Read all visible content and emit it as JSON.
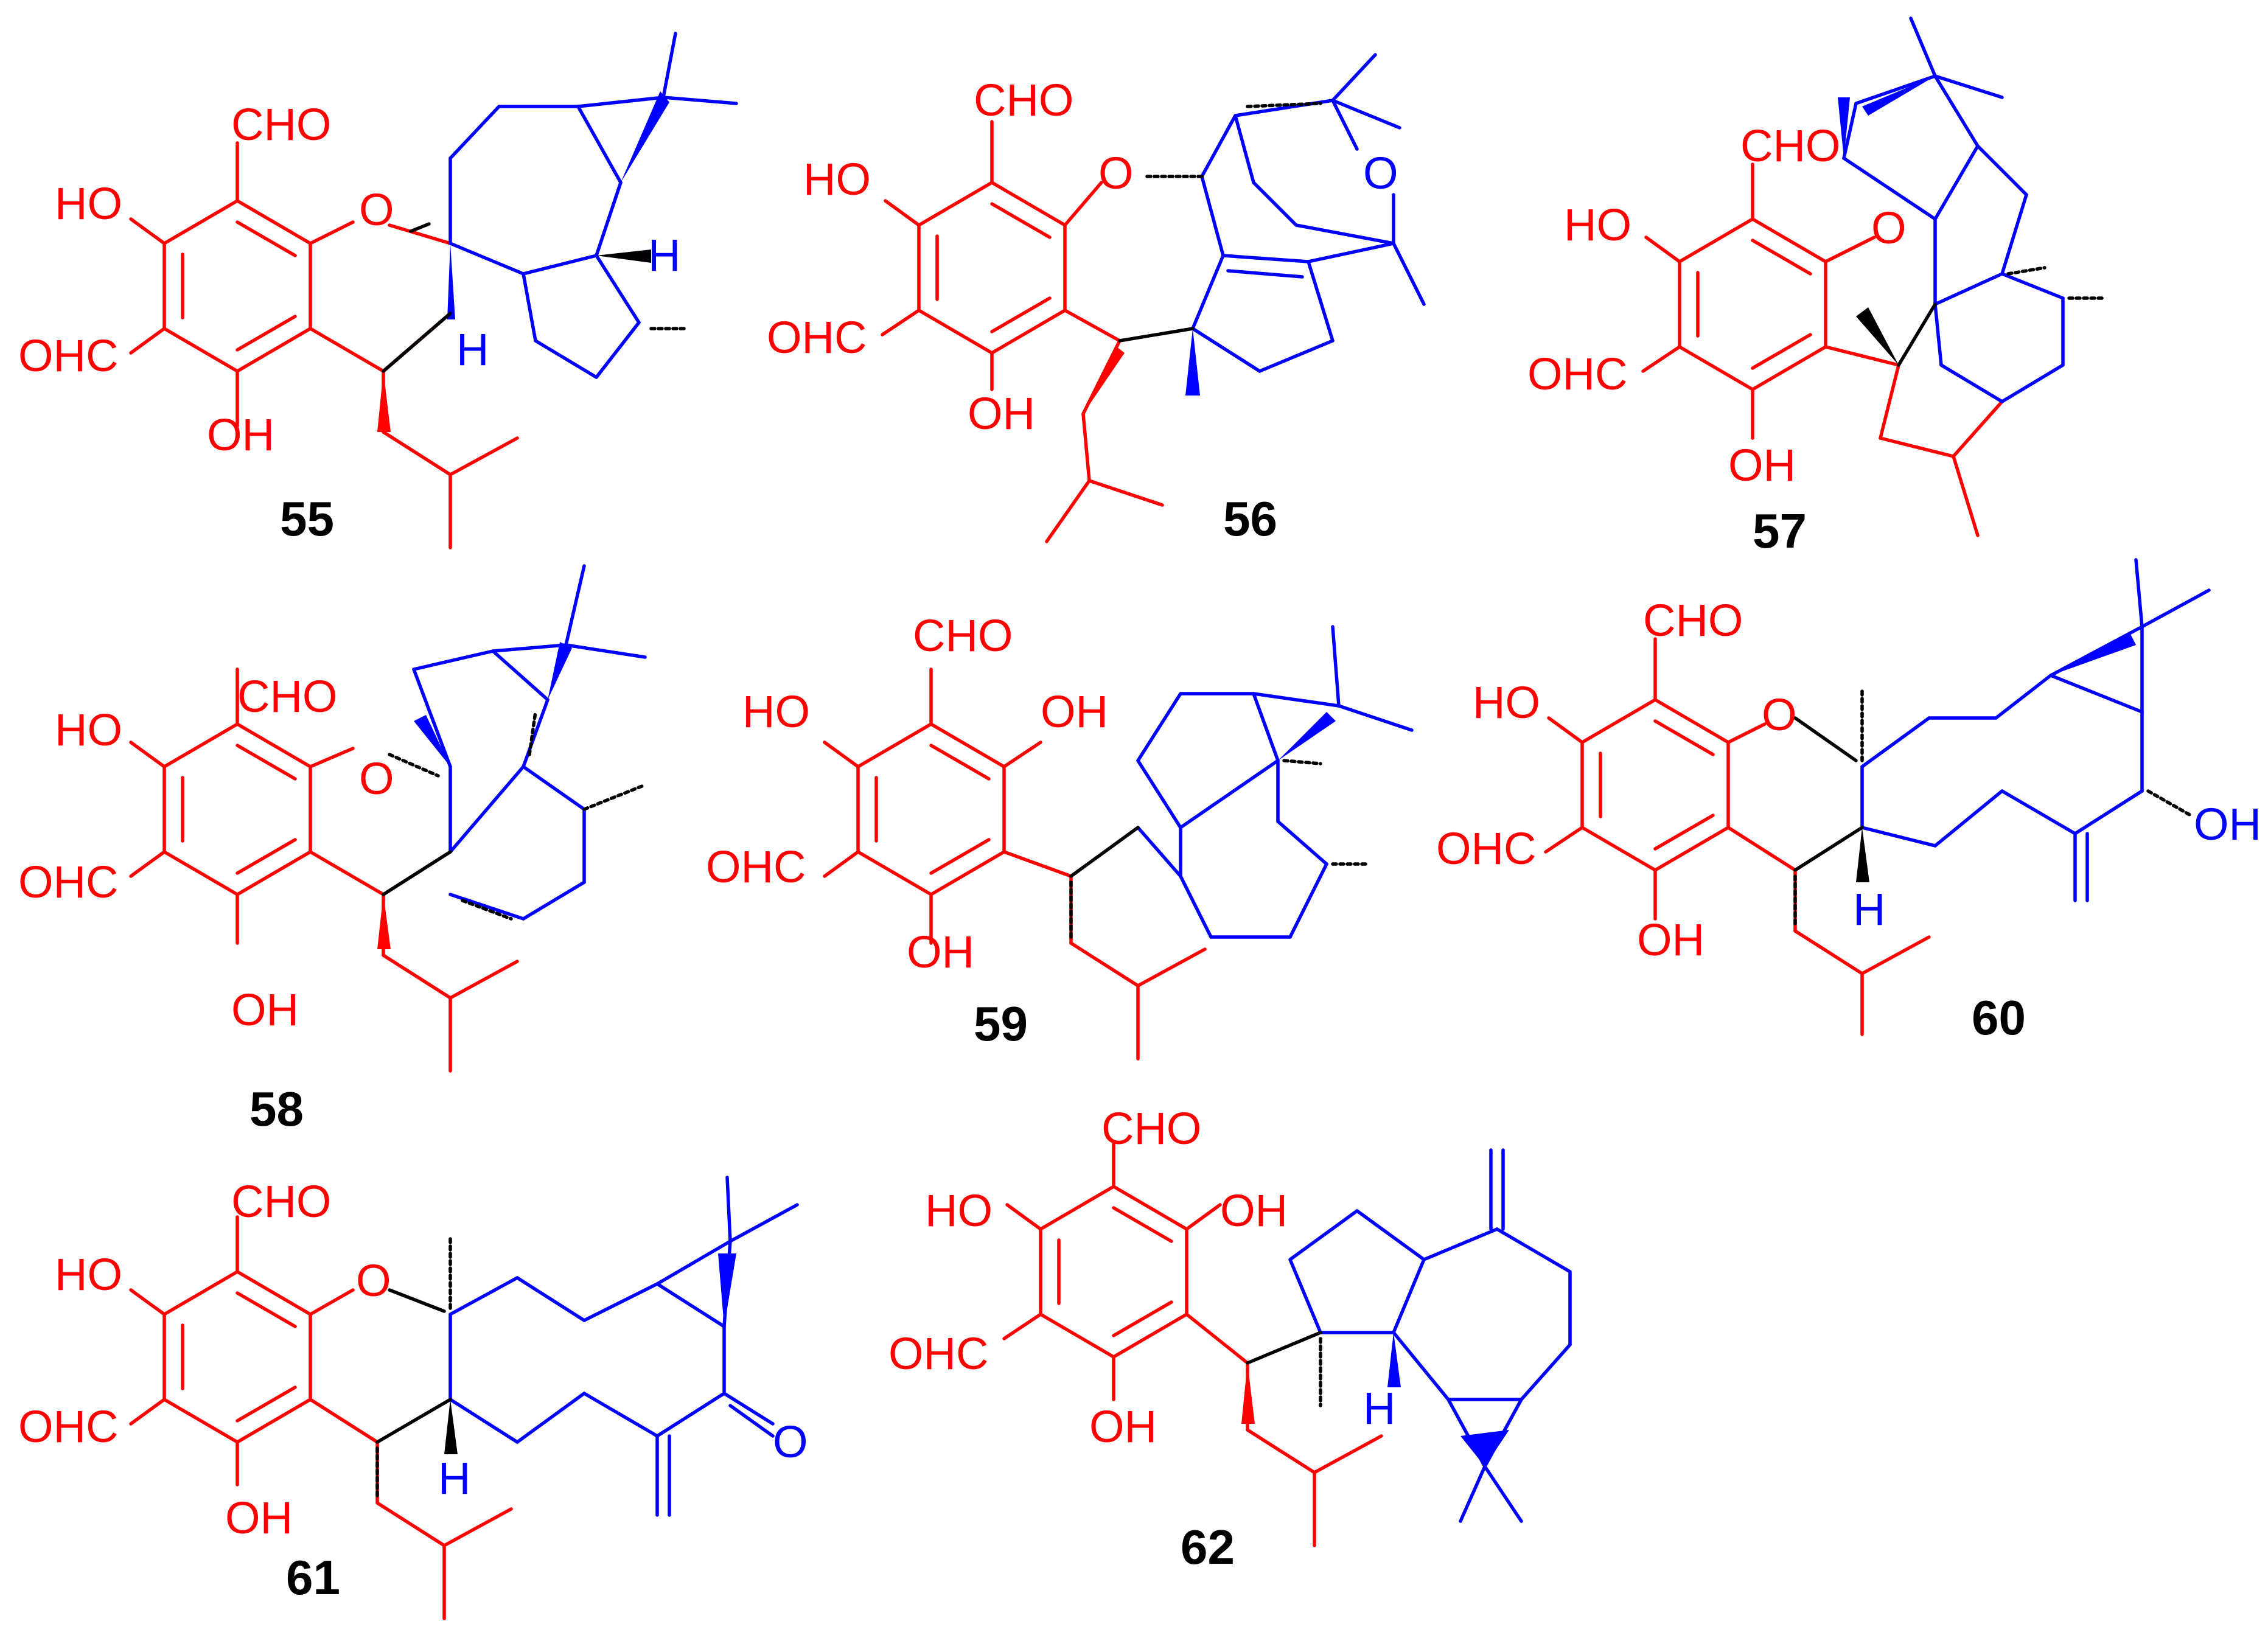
{
  "compounds": [
    {
      "id": "55",
      "labels": {
        "cho": "CHO",
        "ho": "HO",
        "ohc": "OHC",
        "oh": "OH",
        "o": "O",
        "h1": "H",
        "h2": "H"
      }
    },
    {
      "id": "56",
      "labels": {
        "cho": "CHO",
        "ho": "HO",
        "ohc": "OHC",
        "oh": "OH",
        "o": "O",
        "o2": "O"
      }
    },
    {
      "id": "57",
      "labels": {
        "cho": "CHO",
        "ho": "HO",
        "ohc": "OHC",
        "oh": "OH",
        "o": "O"
      }
    },
    {
      "id": "58",
      "labels": {
        "cho": "CHO",
        "ho": "HO",
        "ohc": "OHC",
        "oh": "OH",
        "o": "O"
      }
    },
    {
      "id": "59",
      "labels": {
        "cho": "CHO",
        "ho": "HO",
        "ho2": "OH",
        "ohc": "OHC",
        "oh": "OH"
      }
    },
    {
      "id": "60",
      "labels": {
        "cho": "CHO",
        "ho": "HO",
        "ohc": "OHC",
        "oh": "OH",
        "o": "O",
        "h": "H",
        "oh2": "OH"
      }
    },
    {
      "id": "61",
      "labels": {
        "cho": "CHO",
        "ho": "HO",
        "ohc": "OHC",
        "oh": "OH",
        "o": "O",
        "h": "H",
        "ketone": "O"
      }
    },
    {
      "id": "62",
      "labels": {
        "cho": "CHO",
        "ho": "HO",
        "ho2": "OH",
        "ohc": "OHC",
        "oh": "OH",
        "h": "H"
      }
    }
  ],
  "colors": {
    "phloroglucinol": "#ff0000",
    "terpene": "#0000ff",
    "linker": "#000000"
  }
}
